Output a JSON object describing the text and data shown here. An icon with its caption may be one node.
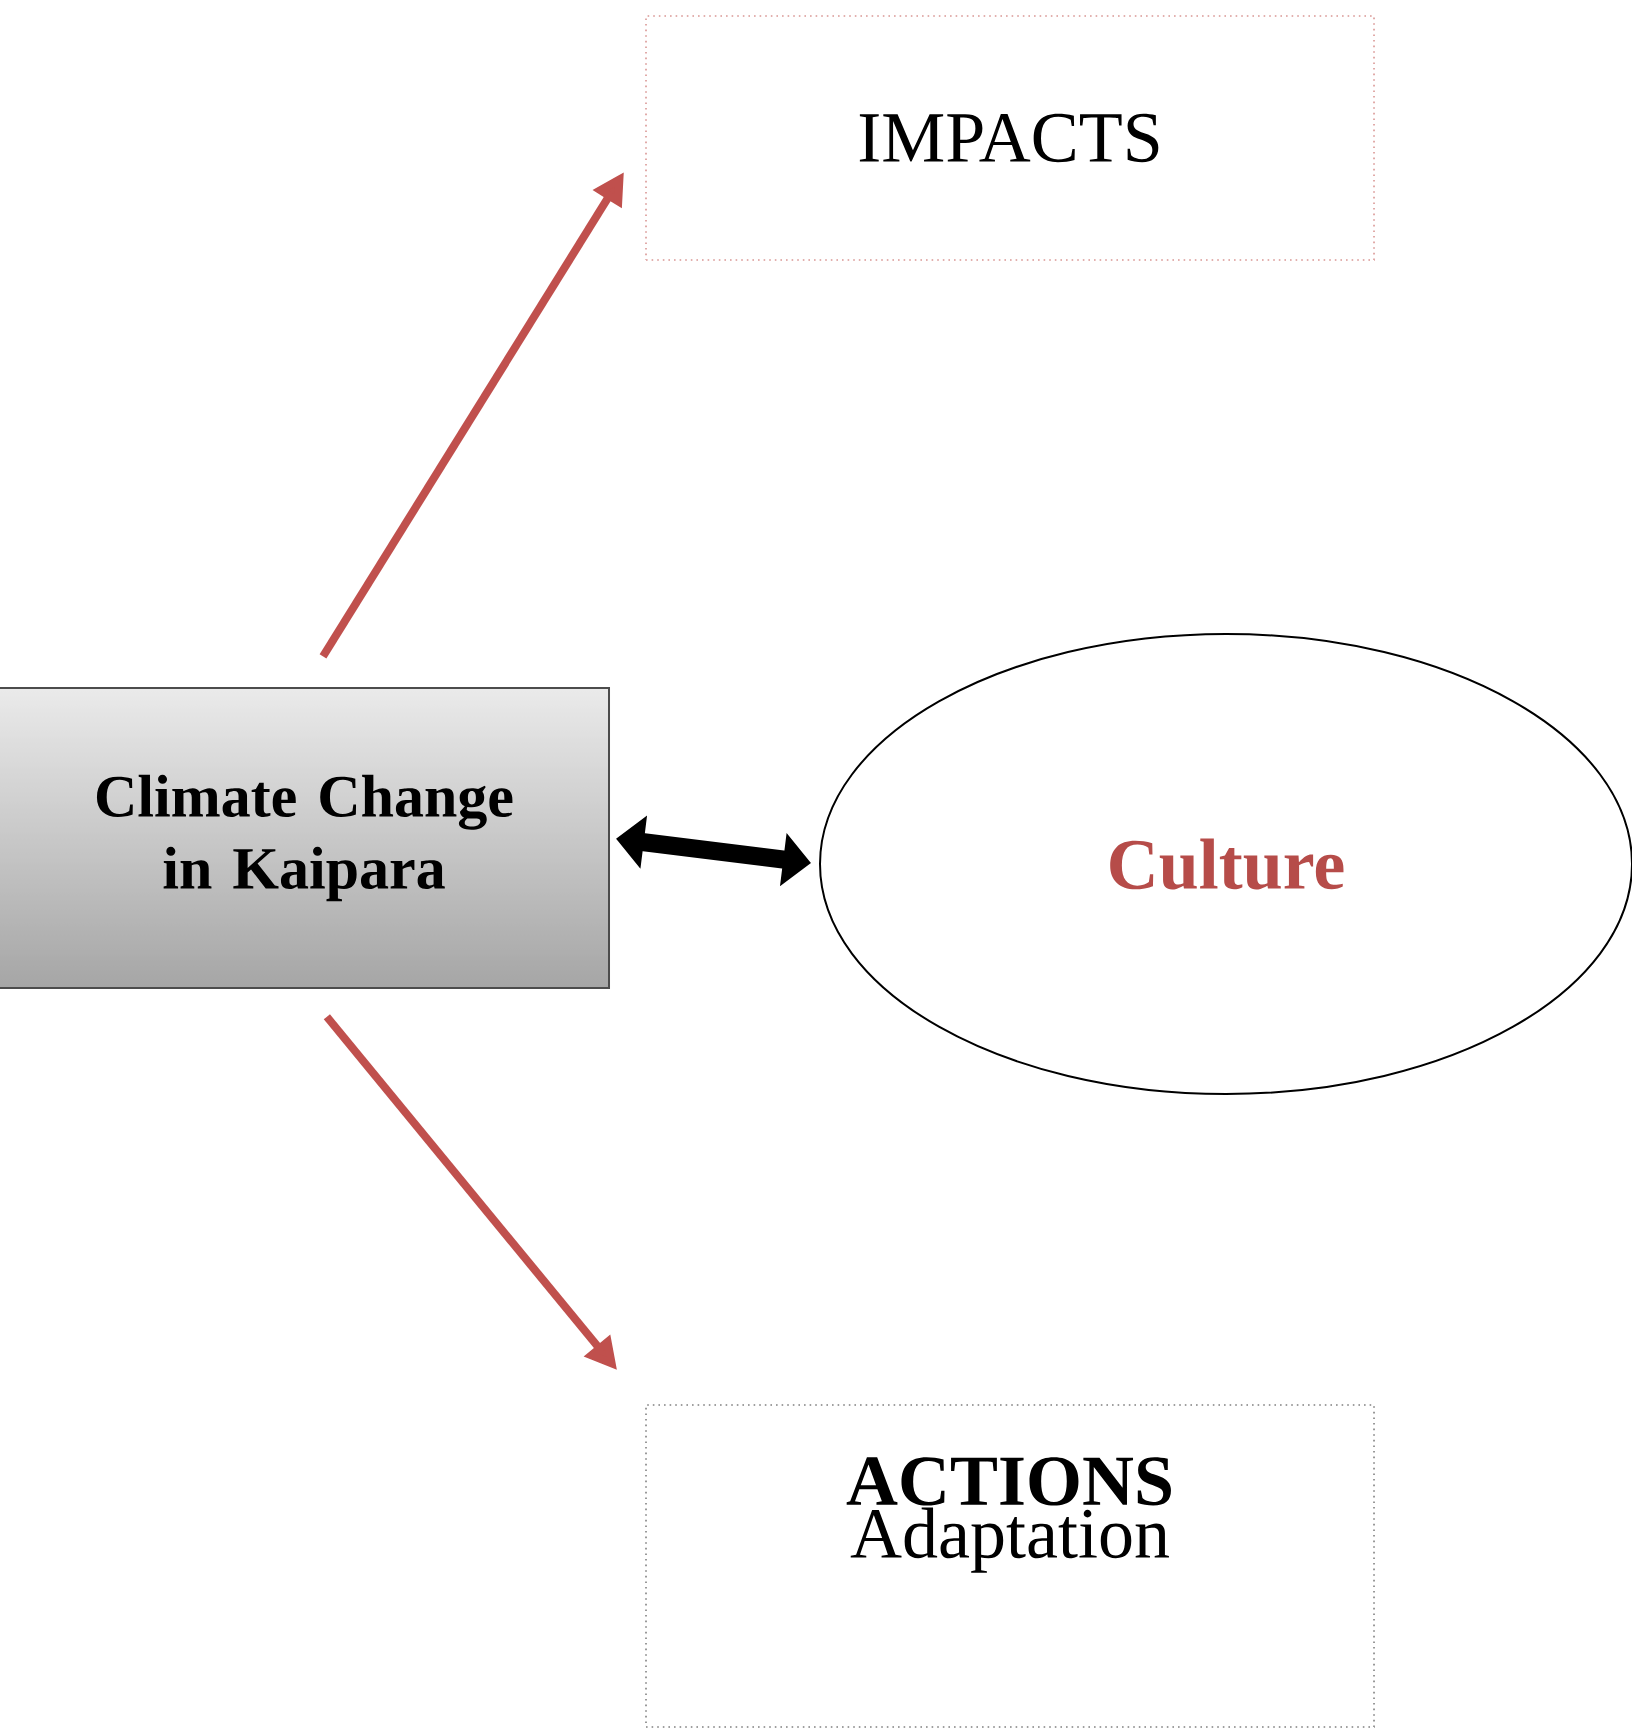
{
  "diagram": {
    "nodes": [
      {
        "text": [
          "Climate Change in Kaipara"
        ]
      },
      {
        "text": [
          "IMPACTS"
        ]
      },
      {
        "text": [
          "Culture"
        ]
      },
      {
        "text": [
          "ACTIONS",
          "Adaptation"
        ]
      }
    ],
    "edges": [
      {
        "from": 0,
        "to": 1,
        "arrow": "to"
      },
      {
        "from": 0,
        "to": 2,
        "arrow": "both",
        "style": "thick",
        "color": "#000000"
      },
      {
        "from": 0,
        "to": 3,
        "arrow": "to"
      }
    ]
  }
}
